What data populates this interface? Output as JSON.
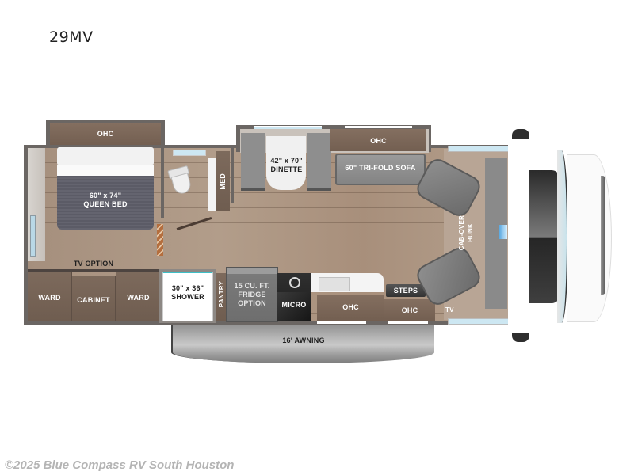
{
  "model": {
    "name": "29MV"
  },
  "footer": {
    "watermark": "©2025 Blue Compass RV South Houston"
  },
  "floorplan": {
    "bedroom": {
      "ohc": "OHC",
      "bed_size": "60\" x 74\"",
      "bed_label": "QUEEN BED",
      "tv_option": "TV OPTION",
      "ward_left": "WARD",
      "cabinet": "CABINET",
      "ward_right": "WARD"
    },
    "bath": {
      "med": "MED",
      "shower_size": "30\" x 36\"",
      "shower_label": "SHOWER"
    },
    "living": {
      "dinette_size": "42\" x 70\"",
      "dinette_label": "DINETTE",
      "ohc_top": "OHC",
      "sofa": "60\" TRI-FOLD SOFA"
    },
    "kitchen": {
      "pantry": "PANTRY",
      "fridge_line1": "15 CU. FT.",
      "fridge_line2": "FRIDGE",
      "fridge_line3": "OPTION",
      "micro": "MICRO",
      "ohc_kitchen": "OHC",
      "steps": "STEPS",
      "ohc_steps": "OHC"
    },
    "cab": {
      "bunk_line1": "CAB-OVER",
      "bunk_line2": "BUNK",
      "tv": "TV"
    },
    "awning": {
      "label": "16' AWNING"
    }
  },
  "colors": {
    "wall": "#6b6663",
    "wood_floor": "#a9927f",
    "cabinet": "#76634f",
    "seat_gray": "#7a7a7a",
    "window_blue": "#cde7f2",
    "awning": "#a8a8a8"
  }
}
